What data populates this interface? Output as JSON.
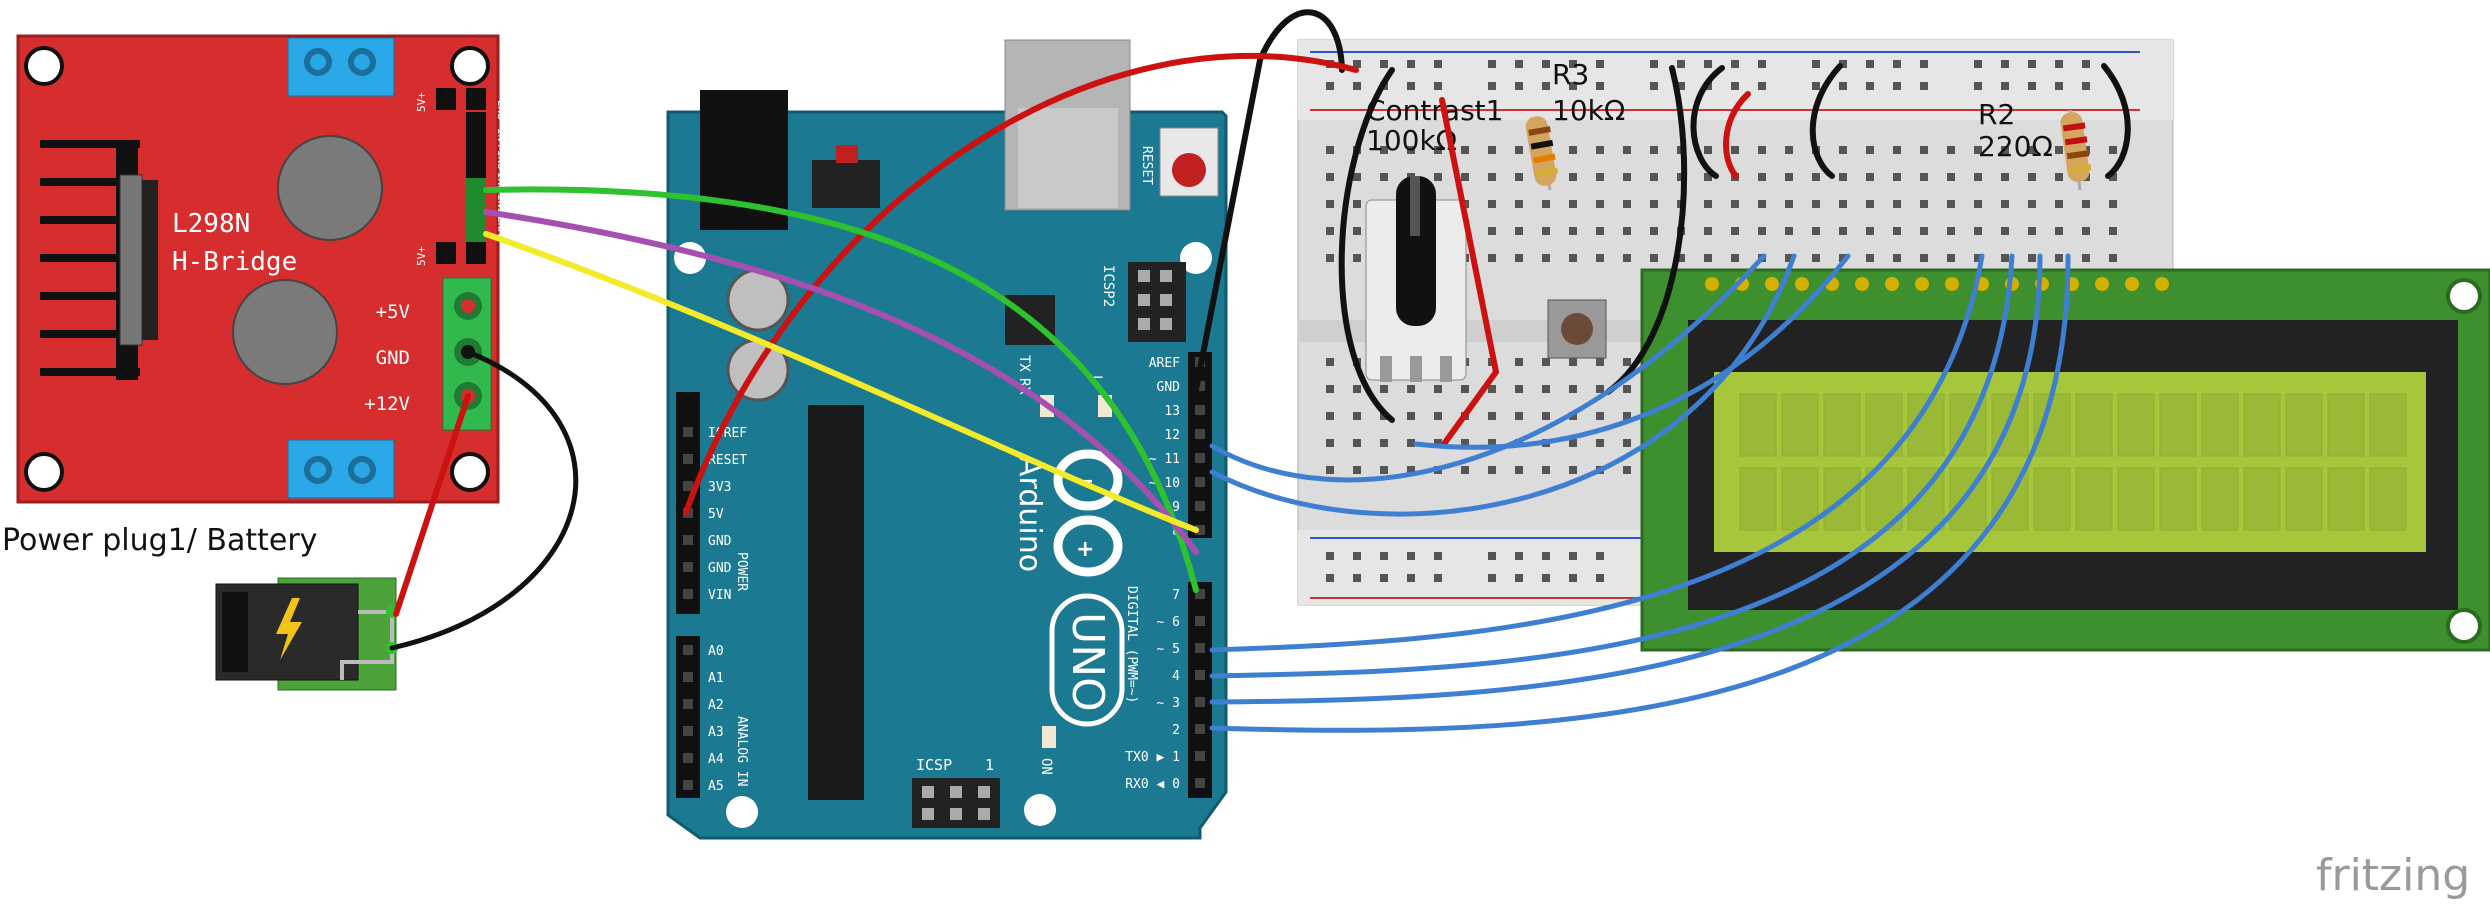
{
  "hbridge": {
    "title_line1": "L298N",
    "title_line2": "H-Bridge",
    "terminal_5v": "+5V",
    "terminal_gnd": "GND",
    "terminal_12v": "+12V",
    "header_labels": [
      "5V+",
      "ENB",
      "IN4",
      "IN3",
      "IN2",
      "IN1",
      "ENA",
      "5V+"
    ]
  },
  "power": {
    "label": "Power plug1/ Battery"
  },
  "arduino": {
    "brand": "Arduino",
    "model": "UNO",
    "reset": "RESET",
    "icsp2": "ICSP2",
    "icsp": "ICSP",
    "icsp_one": "1",
    "on": "ON",
    "tx": "TX",
    "rx": "RX",
    "l": "L",
    "digital_label": "DIGITAL (PWM=~)",
    "power_label": "POWER",
    "analog_label": "ANALOG IN",
    "power_pins": [
      "IOREF",
      "RESET",
      "3V3",
      "5V",
      "GND",
      "GND",
      "VIN"
    ],
    "analog_pins": [
      "A0",
      "A1",
      "A2",
      "A3",
      "A4",
      "A5"
    ],
    "digital_top": [
      "AREF",
      "GND",
      "13",
      "12",
      "~ 11",
      "~ 10",
      "~ 9",
      "8"
    ],
    "digital_bottom": [
      "7",
      "~ 6",
      "~ 5",
      "4",
      "~ 3",
      "2",
      "TX0 ▶ 1",
      "RX0 ◀ 0"
    ]
  },
  "breadboard": {
    "pot_label": "Contrast1",
    "pot_value": "100kΩ",
    "r3_label": "R3",
    "r3_value": "10kΩ",
    "r2_label": "R2",
    "r2_value": "220Ω"
  },
  "watermark": "fritzing",
  "colors": {
    "hbridge_board": "#d62e2e",
    "arduino_board": "#1b7a91",
    "lcd_pcb": "#3e8f2e",
    "lcd_screen": "#a6c63c",
    "wire_blue": "#3e7fd1",
    "wire_red": "#cc1111",
    "wire_green": "#2ec22e",
    "wire_yellow": "#f2ea2a",
    "wire_purple": "#a550b0",
    "wire_black": "#222222"
  }
}
